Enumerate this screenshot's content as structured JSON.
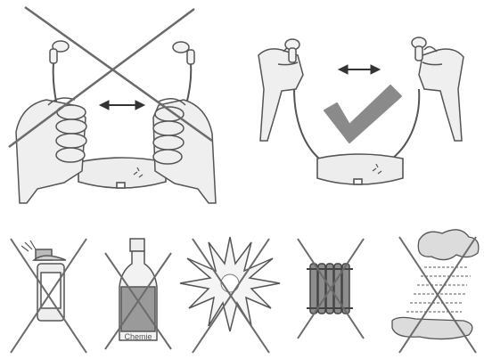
{
  "panels": {
    "wrong_handling": {
      "verdict": "not-allowed"
    },
    "correct_handling": {
      "verdict": "allowed"
    },
    "warnings": [
      {
        "name": "aerosol-can",
        "verdict": "not-allowed"
      },
      {
        "name": "chemical-bottle",
        "label": "Chemie",
        "verdict": "not-allowed"
      },
      {
        "name": "impact-burst",
        "verdict": "not-allowed"
      },
      {
        "name": "heater-radiator",
        "verdict": "not-allowed"
      },
      {
        "name": "water-splash",
        "verdict": "not-allowed"
      }
    ]
  },
  "colors": {
    "ink": "#555555",
    "cross": "#6b6b6b",
    "check": "#8a8a8a",
    "fill_light": "#e6e6e6",
    "fill_dark": "#9a9a9a"
  }
}
